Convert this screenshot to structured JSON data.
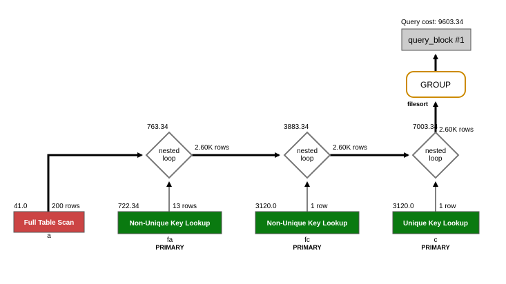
{
  "query_cost": "Query cost: 9603.34",
  "query_block": "query_block #1",
  "group": {
    "label": "GROUP",
    "sub": "filesort"
  },
  "loops": [
    {
      "label1": "nested",
      "label2": "loop",
      "cost": "763.34",
      "out_rows": "2.60K rows"
    },
    {
      "label1": "nested",
      "label2": "loop",
      "cost": "3883.34",
      "out_rows": "2.60K rows"
    },
    {
      "label1": "nested",
      "label2": "loop",
      "cost": "7003.34",
      "out_rows": "2.60K rows"
    }
  ],
  "tables": [
    {
      "label": "Full Table Scan",
      "cost": "41.0",
      "rows": "200 rows",
      "alias": "a",
      "key": "",
      "fill": "#cc4444"
    },
    {
      "label": "Non-Unique Key Lookup",
      "cost": "722.34",
      "rows": "13 rows",
      "alias": "fa",
      "key": "PRIMARY",
      "fill": "#0a7a10"
    },
    {
      "label": "Non-Unique Key Lookup",
      "cost": "3120.0",
      "rows": "1 row",
      "alias": "fc",
      "key": "PRIMARY",
      "fill": "#0a7a10"
    },
    {
      "label": "Unique Key Lookup",
      "cost": "3120.0",
      "rows": "1 row",
      "alias": "c",
      "key": "PRIMARY",
      "fill": "#0a7a10"
    }
  ]
}
